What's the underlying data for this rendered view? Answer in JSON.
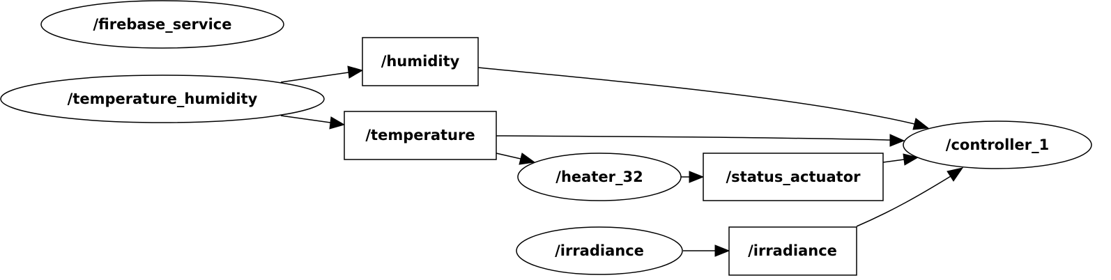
{
  "graph": {
    "nodes": {
      "firebase_service": "/firebase_service",
      "temperature_humidity": "/temperature_humidity",
      "humidity": "/humidity",
      "temperature": "/temperature",
      "heater_32": "/heater_32",
      "status_actuator": "/status_actuator",
      "irradiance_node": "/irradiance",
      "irradiance_topic": "/irradiance",
      "controller_1": "/controller_1"
    },
    "edges": [
      {
        "from": "temperature_humidity",
        "to": "humidity"
      },
      {
        "from": "temperature_humidity",
        "to": "temperature"
      },
      {
        "from": "humidity",
        "to": "controller_1"
      },
      {
        "from": "temperature",
        "to": "controller_1"
      },
      {
        "from": "temperature",
        "to": "heater_32"
      },
      {
        "from": "heater_32",
        "to": "status_actuator"
      },
      {
        "from": "status_actuator",
        "to": "controller_1"
      },
      {
        "from": "irradiance_node",
        "to": "irradiance_topic"
      },
      {
        "from": "irradiance_topic",
        "to": "controller_1"
      }
    ]
  }
}
